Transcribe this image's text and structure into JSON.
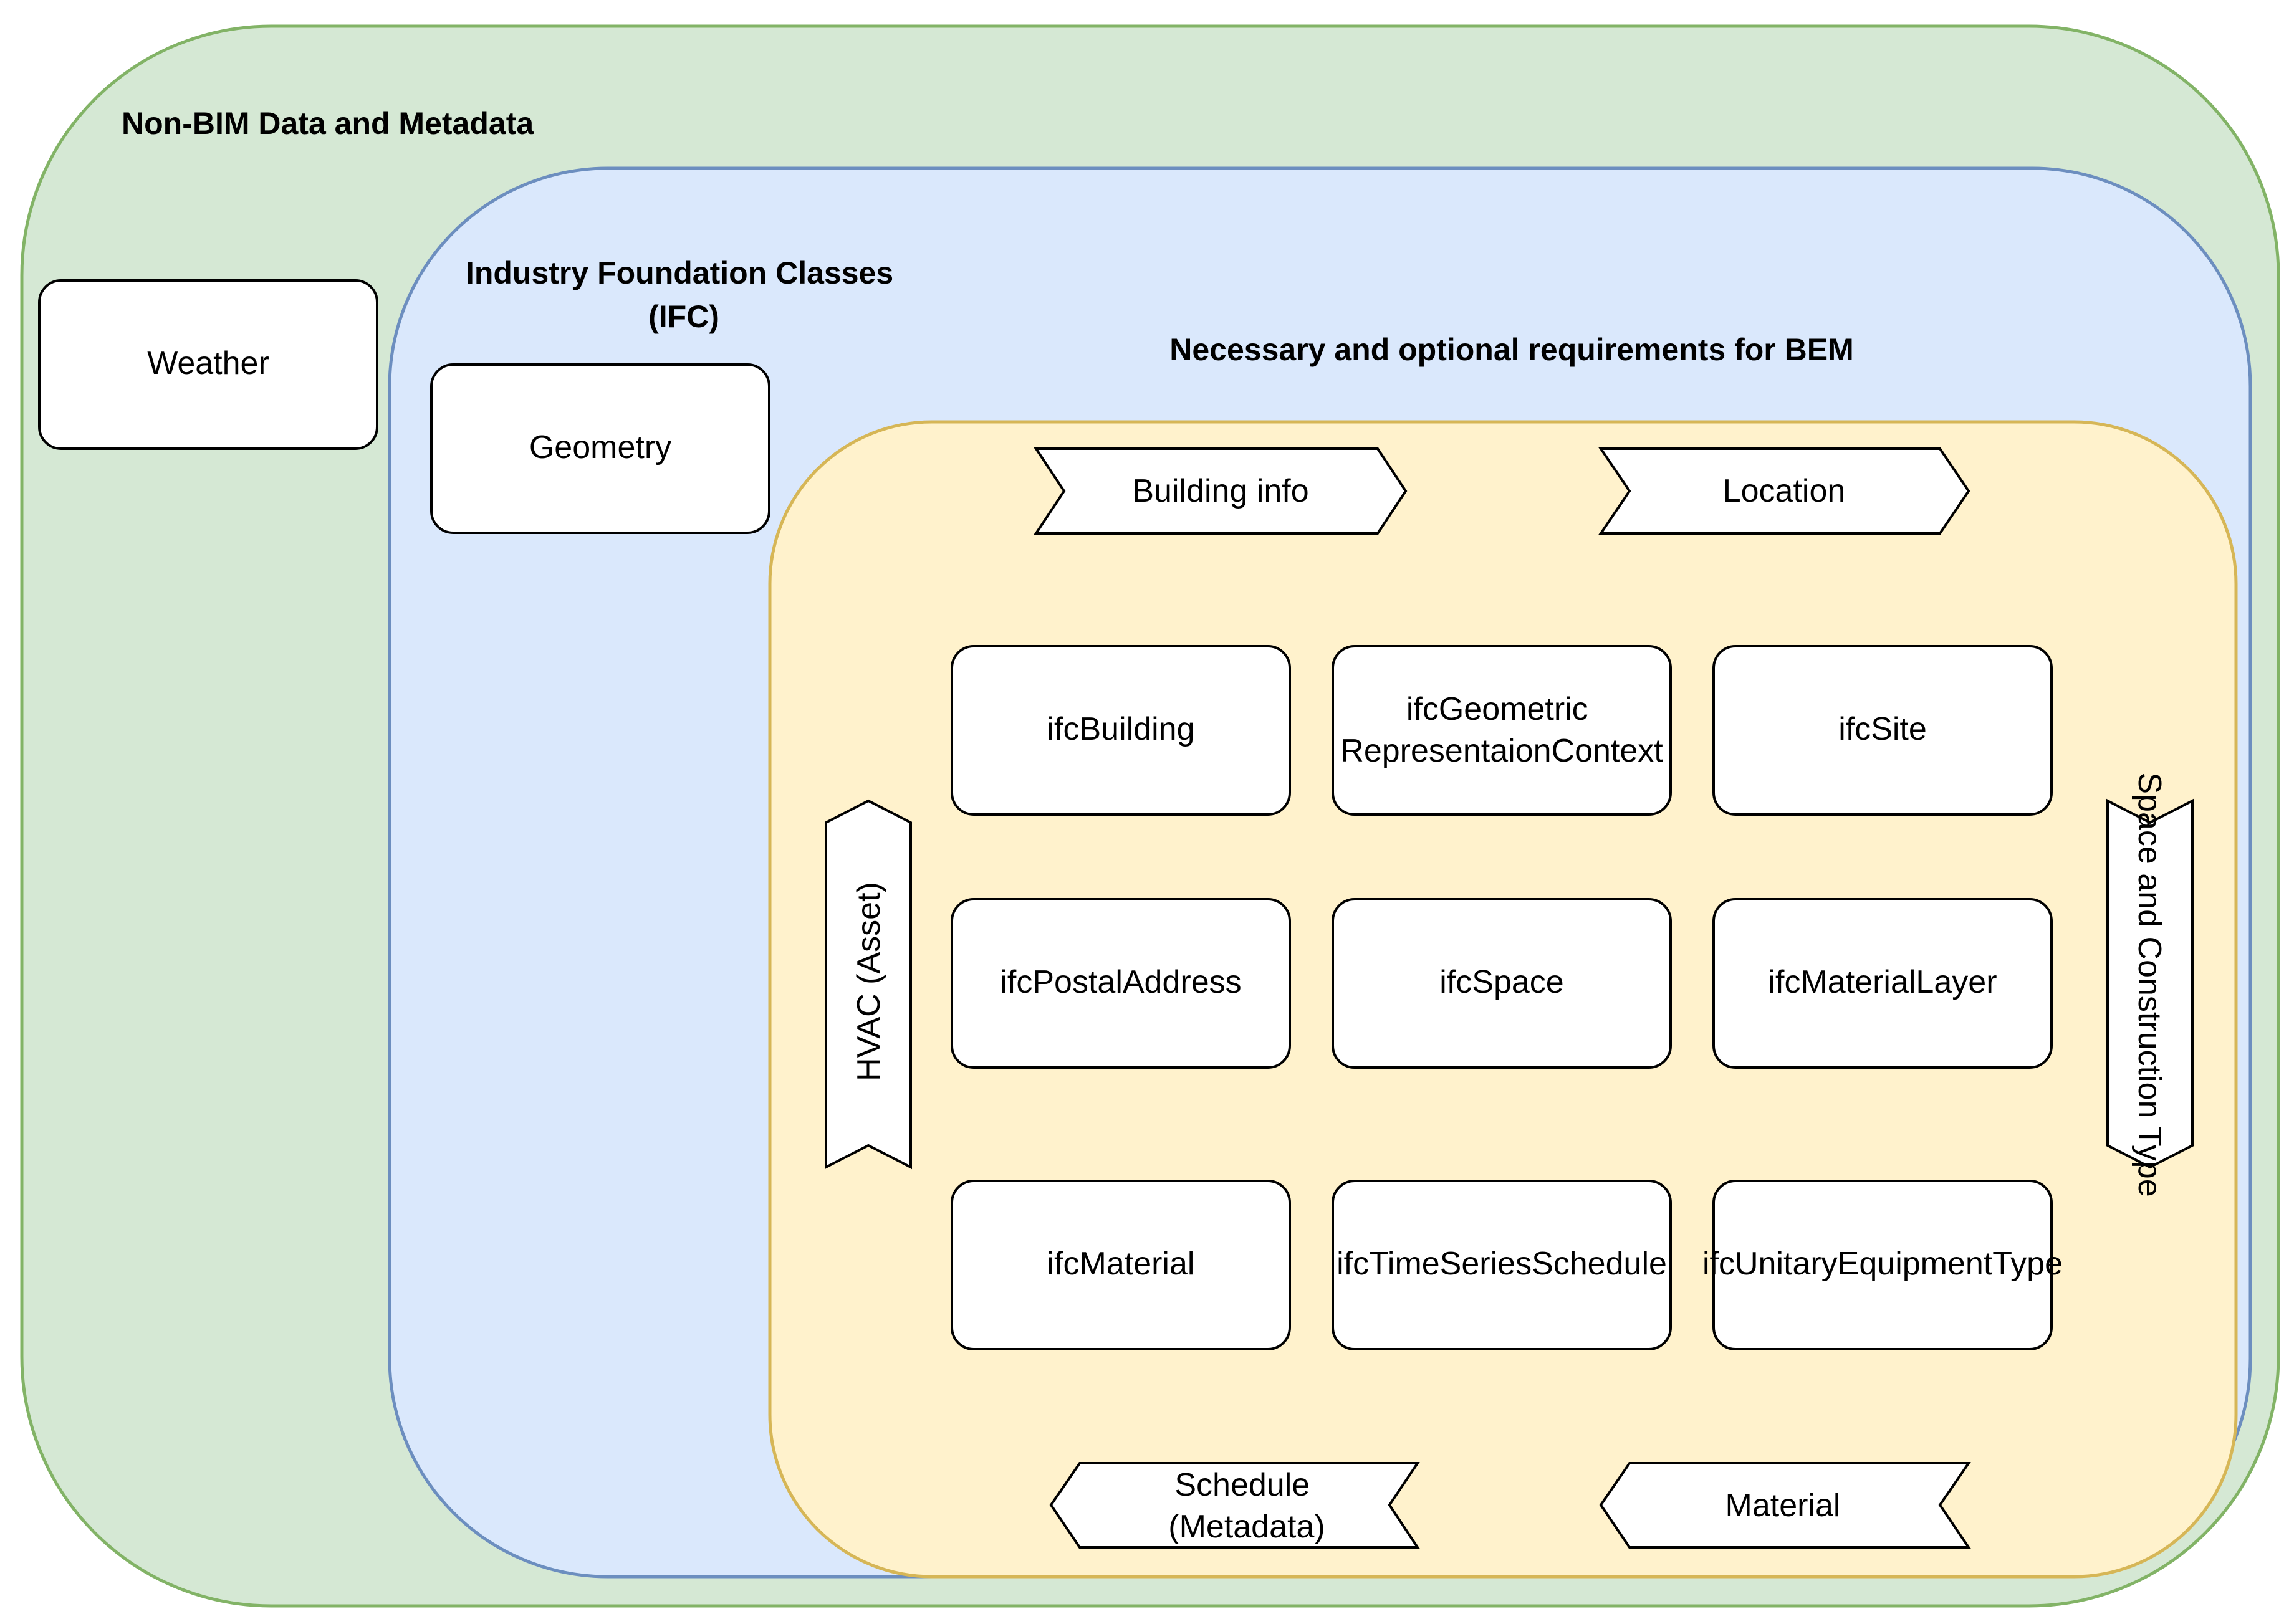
{
  "regions": {
    "non_bim": {
      "title": "Non-BIM Data and Metadata",
      "fill": "#d5e8d4",
      "stroke": "#82b366"
    },
    "ifc": {
      "title_line1": "Industry Foundation Classes",
      "title_line2": "(IFC)",
      "fill": "#dae8fc",
      "stroke": "#6c8ebf"
    },
    "bem": {
      "title": "Necessary and optional requirements for BEM",
      "fill": "#fff2cc",
      "stroke": "#d6b656"
    }
  },
  "boxes": {
    "weather": "Weather",
    "geometry": "Geometry",
    "ifc_building": "ifcBuilding",
    "ifc_geometric_line1": "ifcGeometric",
    "ifc_geometric_line2": "RepresentaionContext",
    "ifc_site": "ifcSite",
    "ifc_postal_address": "ifcPostalAddress",
    "ifc_space": "ifcSpace",
    "ifc_material_layer": "ifcMaterialLayer",
    "ifc_material": "ifcMaterial",
    "ifc_time_series_schedule": "ifcTimeSeriesSchedule",
    "ifc_unitary_equipment_type": "ifcUnitaryEquipmentType"
  },
  "arrows": {
    "building_info": "Building info",
    "location": "Location",
    "hvac_asset": "HVAC (Asset)",
    "space_construction_type": "Space and Construction Type",
    "schedule_line1": "Schedule",
    "schedule_line2": "(Metadata)",
    "material": "Material"
  }
}
